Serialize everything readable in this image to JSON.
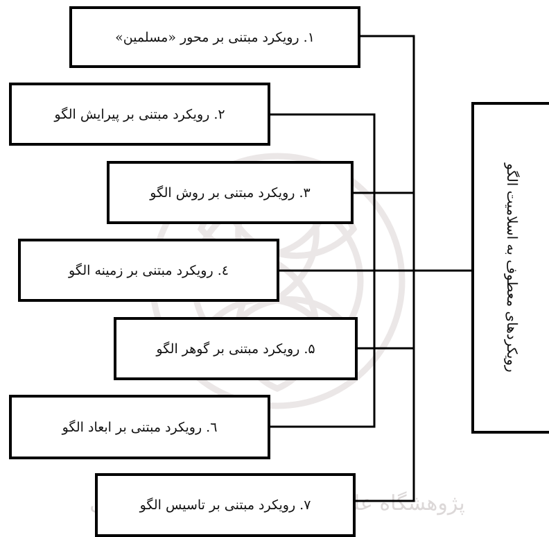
{
  "main_concept": "رویکردهای معطوف به اسلامیت الگو",
  "approaches": [
    "۱. رویکرد مبتنی بر محور «مسلمین»",
    "۲. رویکرد مبتنی بر پیرایش الگو",
    "۳. رویکرد مبتنی بر روش الگو",
    "٤. رویکرد مبتنی بر زمینه الگو",
    "۵. رویکرد مبتنی بر گوهر الگو",
    "٦. رویکرد مبتنی بر ابعاد الگو",
    "۷. رویکرد مبتنی بر تاسیس الگو"
  ],
  "watermark_text": "پژوهشگاه علوم انسانی و مطالعات فرهنگی"
}
